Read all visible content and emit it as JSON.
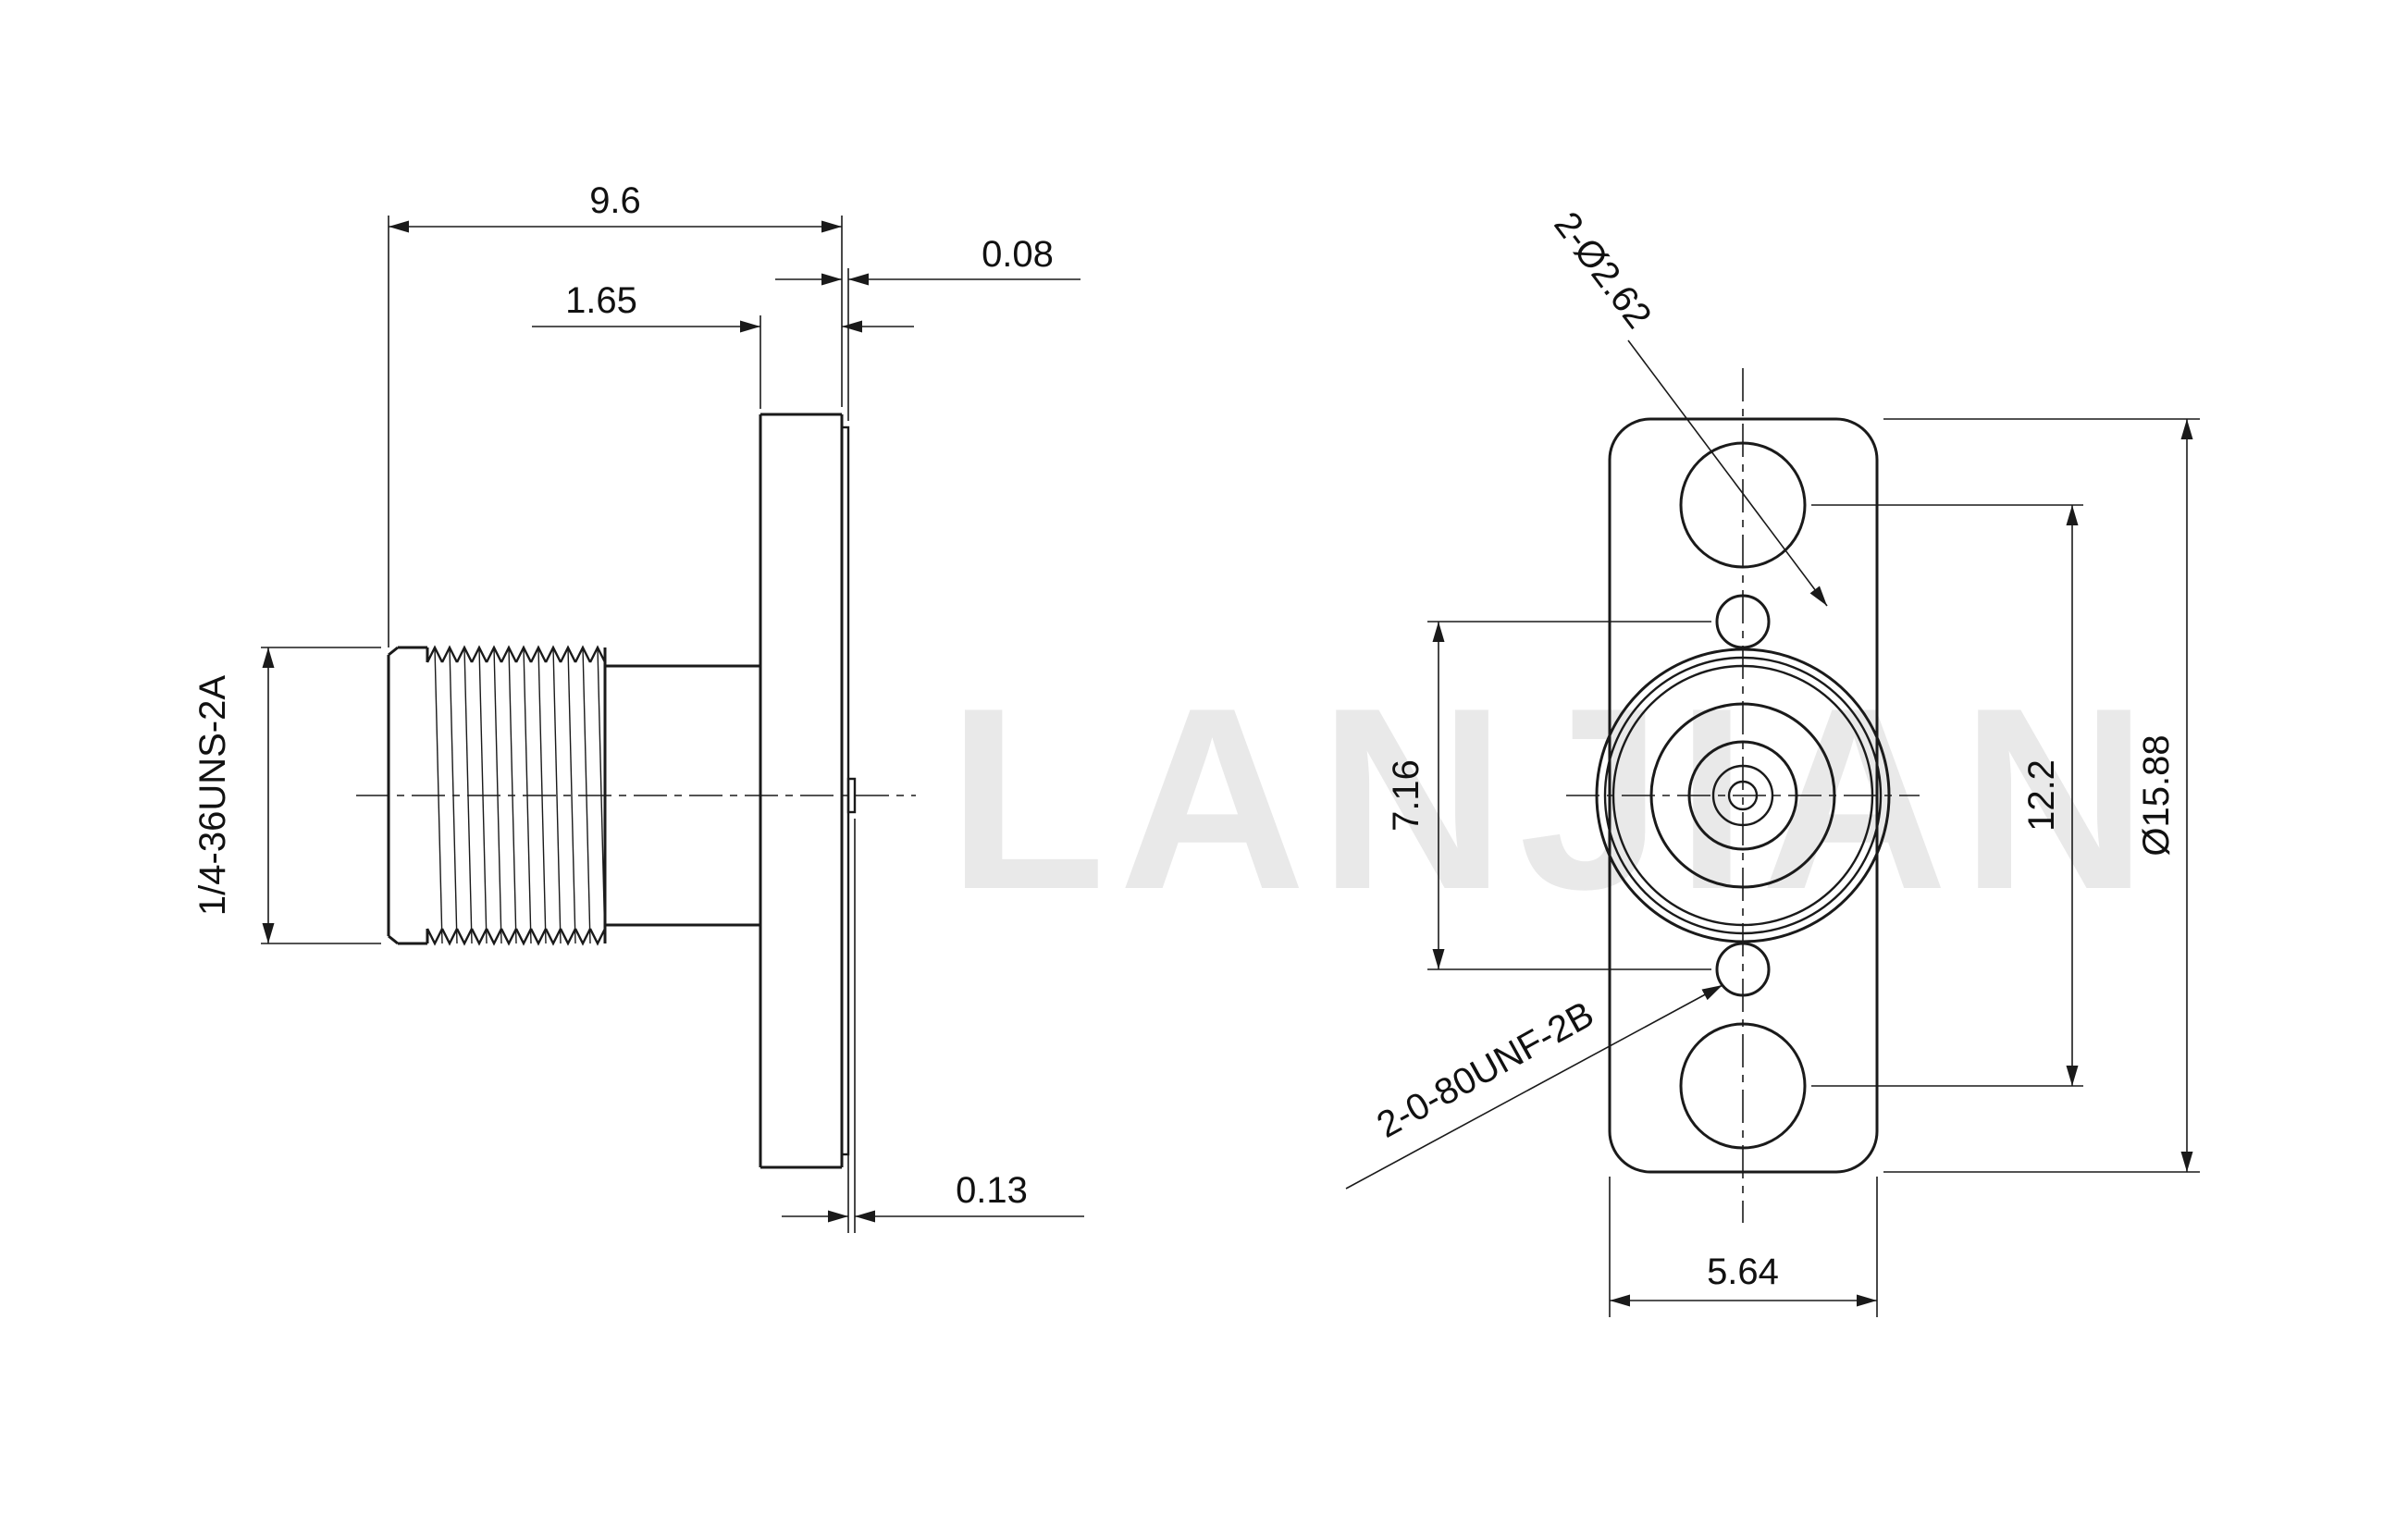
{
  "watermark": "LANJIAN",
  "side_view": {
    "overall_length": "9.6",
    "flange_thickness": "1.65",
    "lip_thickness": "0.08",
    "pin_protrusion": "0.13",
    "thread_spec": "1/4-36UNS-2A"
  },
  "front_view": {
    "tapped_hole_spacing": "7.16",
    "mount_hole_spacing": "12.2",
    "flange_length": "Ø15.88",
    "flange_width": "5.64",
    "mount_holes_label": "2-Ø2.62",
    "tapped_holes_label": "2-0-80UNF-2B"
  }
}
